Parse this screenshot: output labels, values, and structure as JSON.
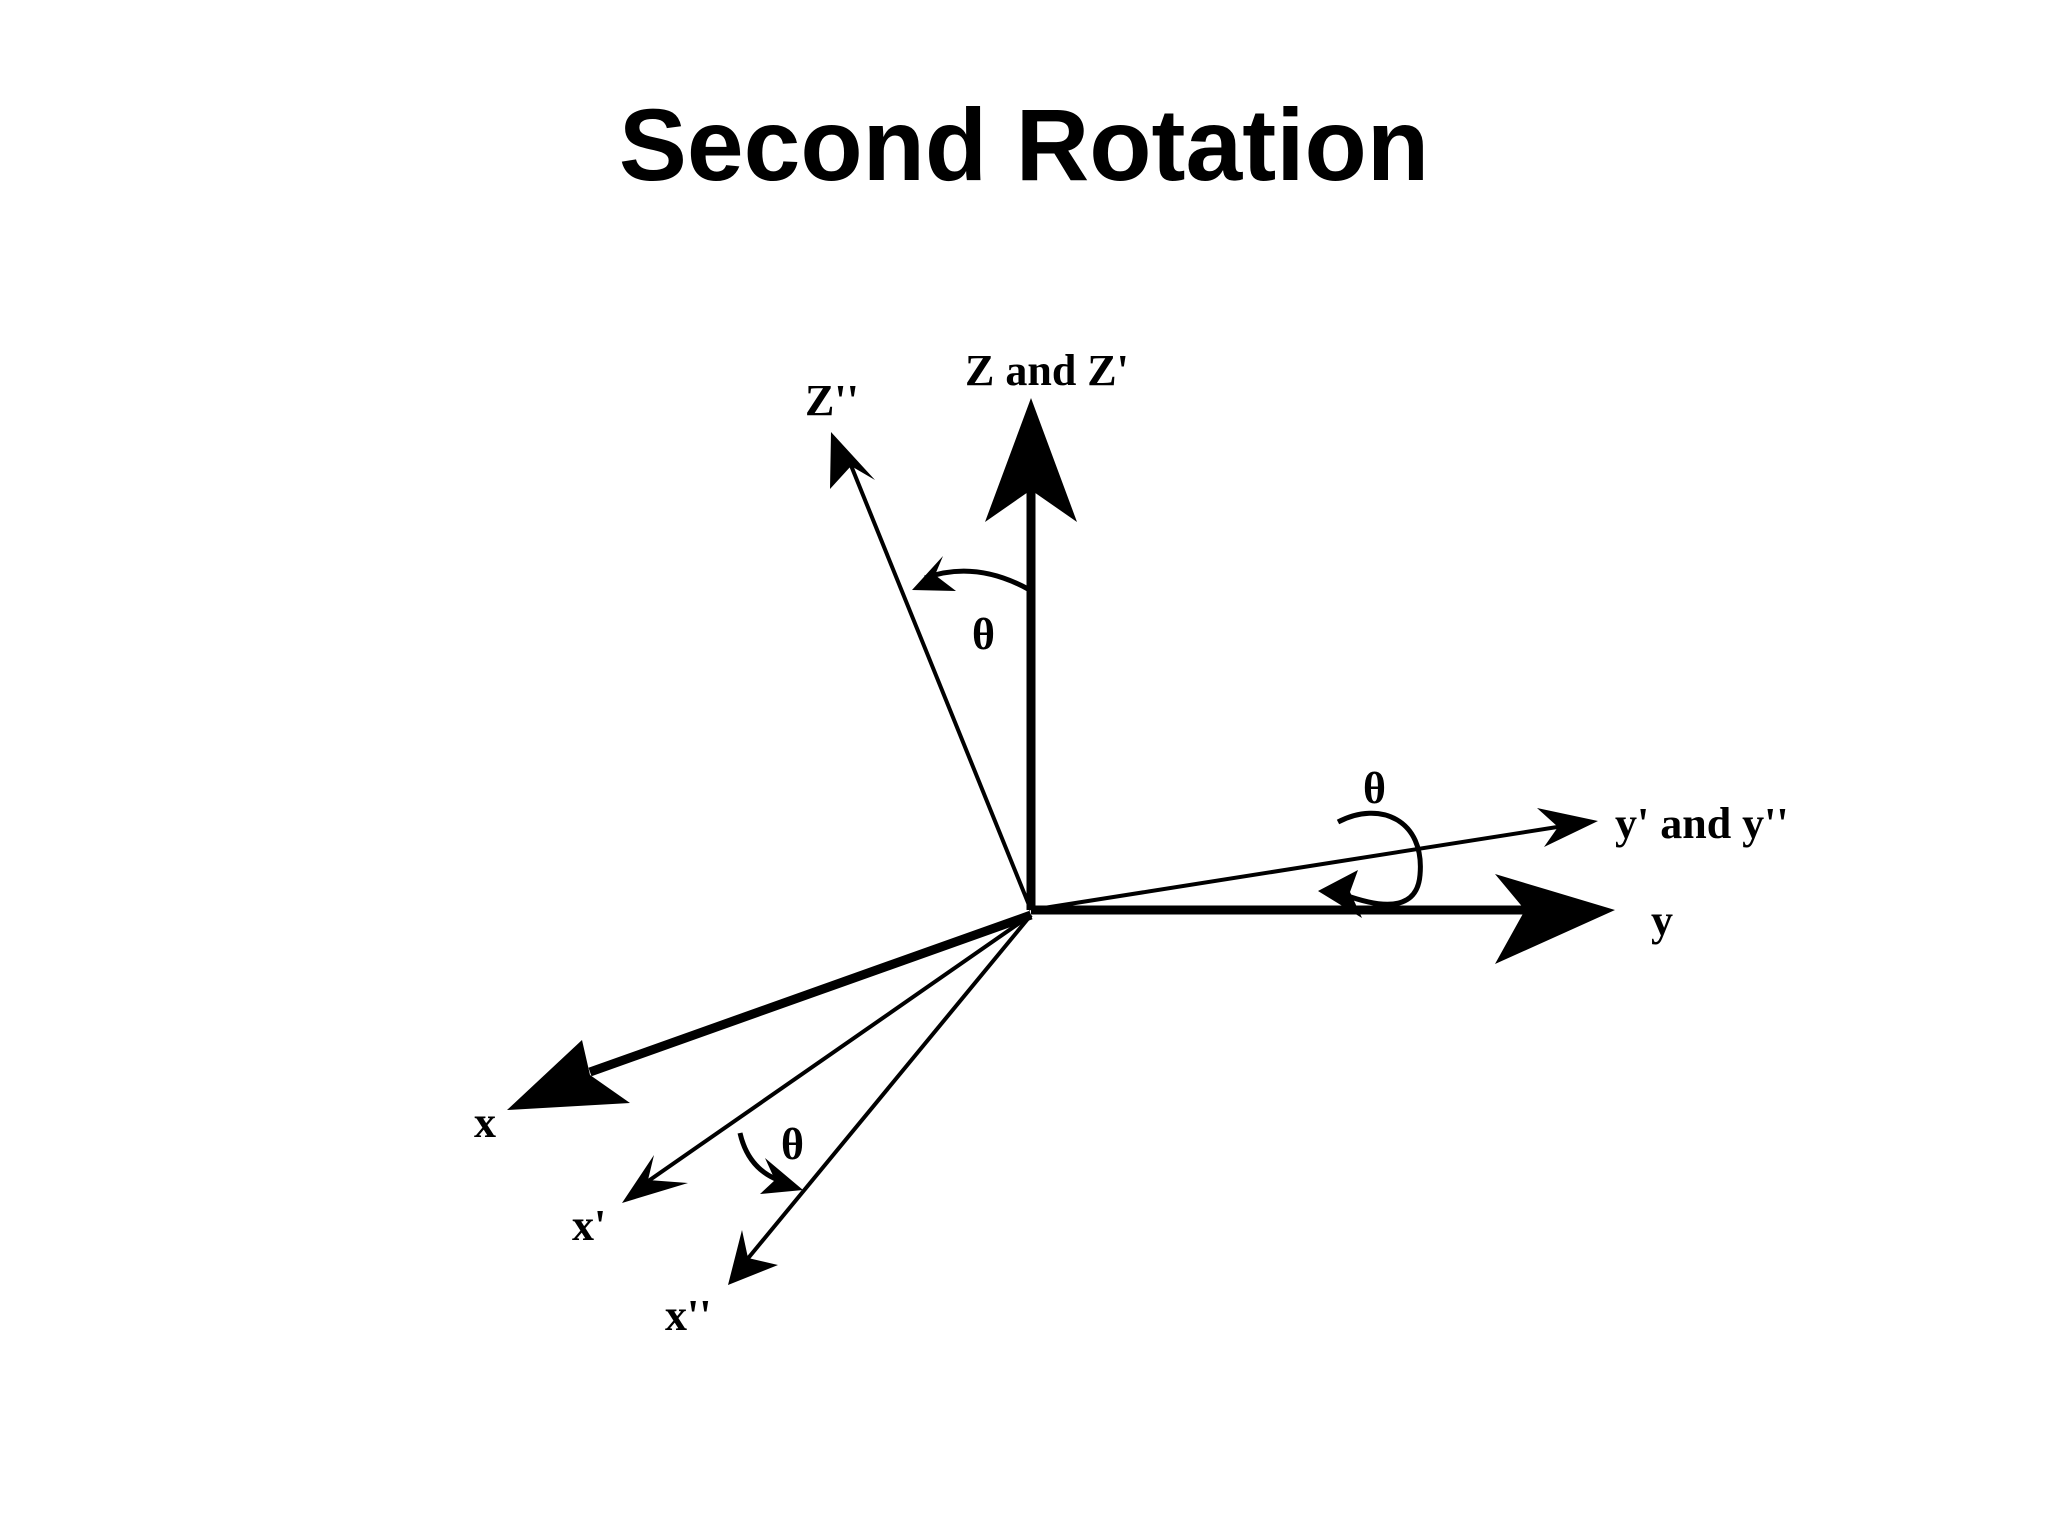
{
  "title": "Second Rotation",
  "diagram": {
    "labels": {
      "z_and_z_prime": "Z and Z'",
      "z_double_prime": "Z''",
      "y": "y",
      "y_prime_and_y_double_prime": "y' and y''",
      "x": "x",
      "x_prime": "x'",
      "x_double_prime": "x''",
      "theta_z": "θ",
      "theta_y": "θ",
      "theta_x": "θ"
    },
    "rotation_angle_symbol": "θ",
    "line_color": "#000000"
  }
}
